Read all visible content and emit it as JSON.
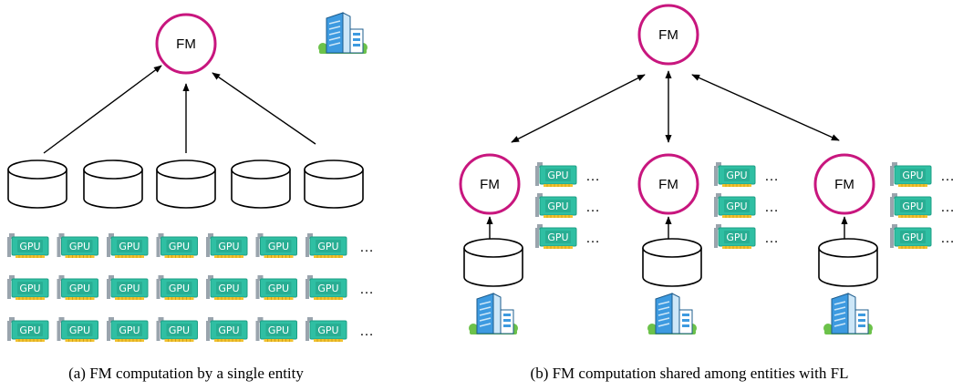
{
  "node_label": "FM",
  "gpu_label": "GPU",
  "ellipsis": "…",
  "colors": {
    "fm_ring": "#c8167e",
    "gpu_board": "#2fbfa3",
    "gpu_board_edge": "#1e9f86",
    "gpu_chip": "#1c8e76",
    "gpu_contacts": "#f2c230",
    "gpu_bracket": "#9aa4ad",
    "building_blue": "#3d9ae0",
    "building_light": "#cde7f8",
    "building_green": "#6cc24a"
  },
  "panel_a": {
    "caption": "(a) FM computation by a single entity"
  },
  "panel_b": {
    "caption": "(b) FM computation shared among entities with FL"
  }
}
